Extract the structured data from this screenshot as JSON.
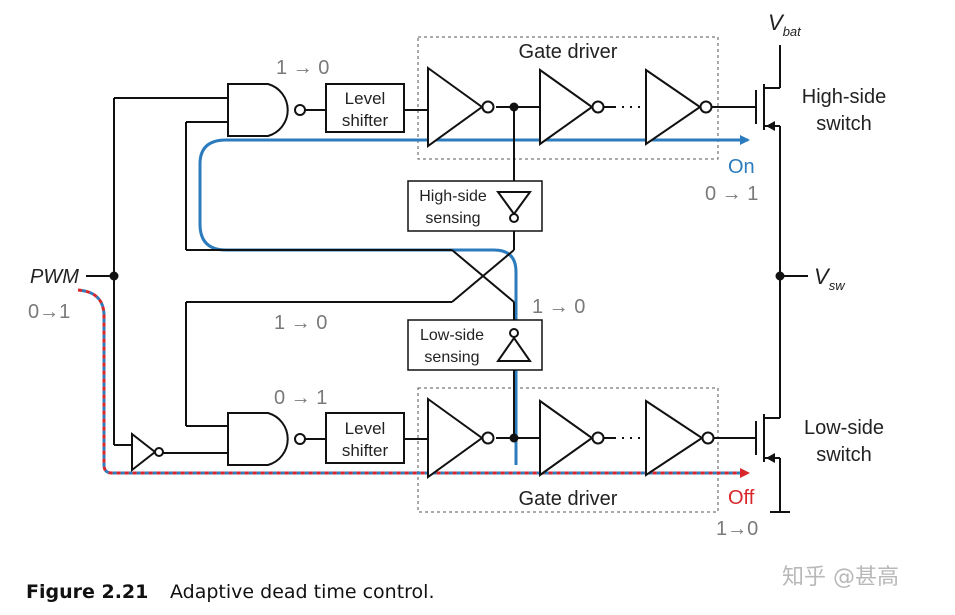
{
  "gate_driver_top": "Gate driver",
  "gate_driver_bottom": "Gate driver",
  "level_shifter_line1": "Level",
  "level_shifter_line2": "shifter",
  "high_side_sensing_line1": "High-side",
  "high_side_sensing_line2": "sensing",
  "low_side_sensing_line1": "Low-side",
  "low_side_sensing_line2": "sensing",
  "high_side_switch_line1": "High-side",
  "high_side_switch_line2": "switch",
  "low_side_switch_line1": "Low-side",
  "low_side_switch_line2": "switch",
  "vbat_main": "V",
  "vbat_sub": "bat",
  "vsw_main": "V",
  "vsw_sub": "sw",
  "pwm": "PWM",
  "pwm_transition": "0→1",
  "top_nand_transition": "1 → 0",
  "bottom_nand_transition": "0 → 1",
  "mid_left_transition": "1 → 0",
  "mid_right_transition": "1 → 0",
  "hs_gate_transition": "0 → 1",
  "ls_gate_transition": "1→0",
  "on_label": "On",
  "off_label": "Off",
  "caption_figure": "Figure 2.21",
  "caption_text": "Adaptive dead time control.",
  "watermark": "知乎 @甚高",
  "colors": {
    "on_path": "#2b7bbd",
    "off_path": "#d9262b",
    "transition_text": "#7a7a7a"
  }
}
